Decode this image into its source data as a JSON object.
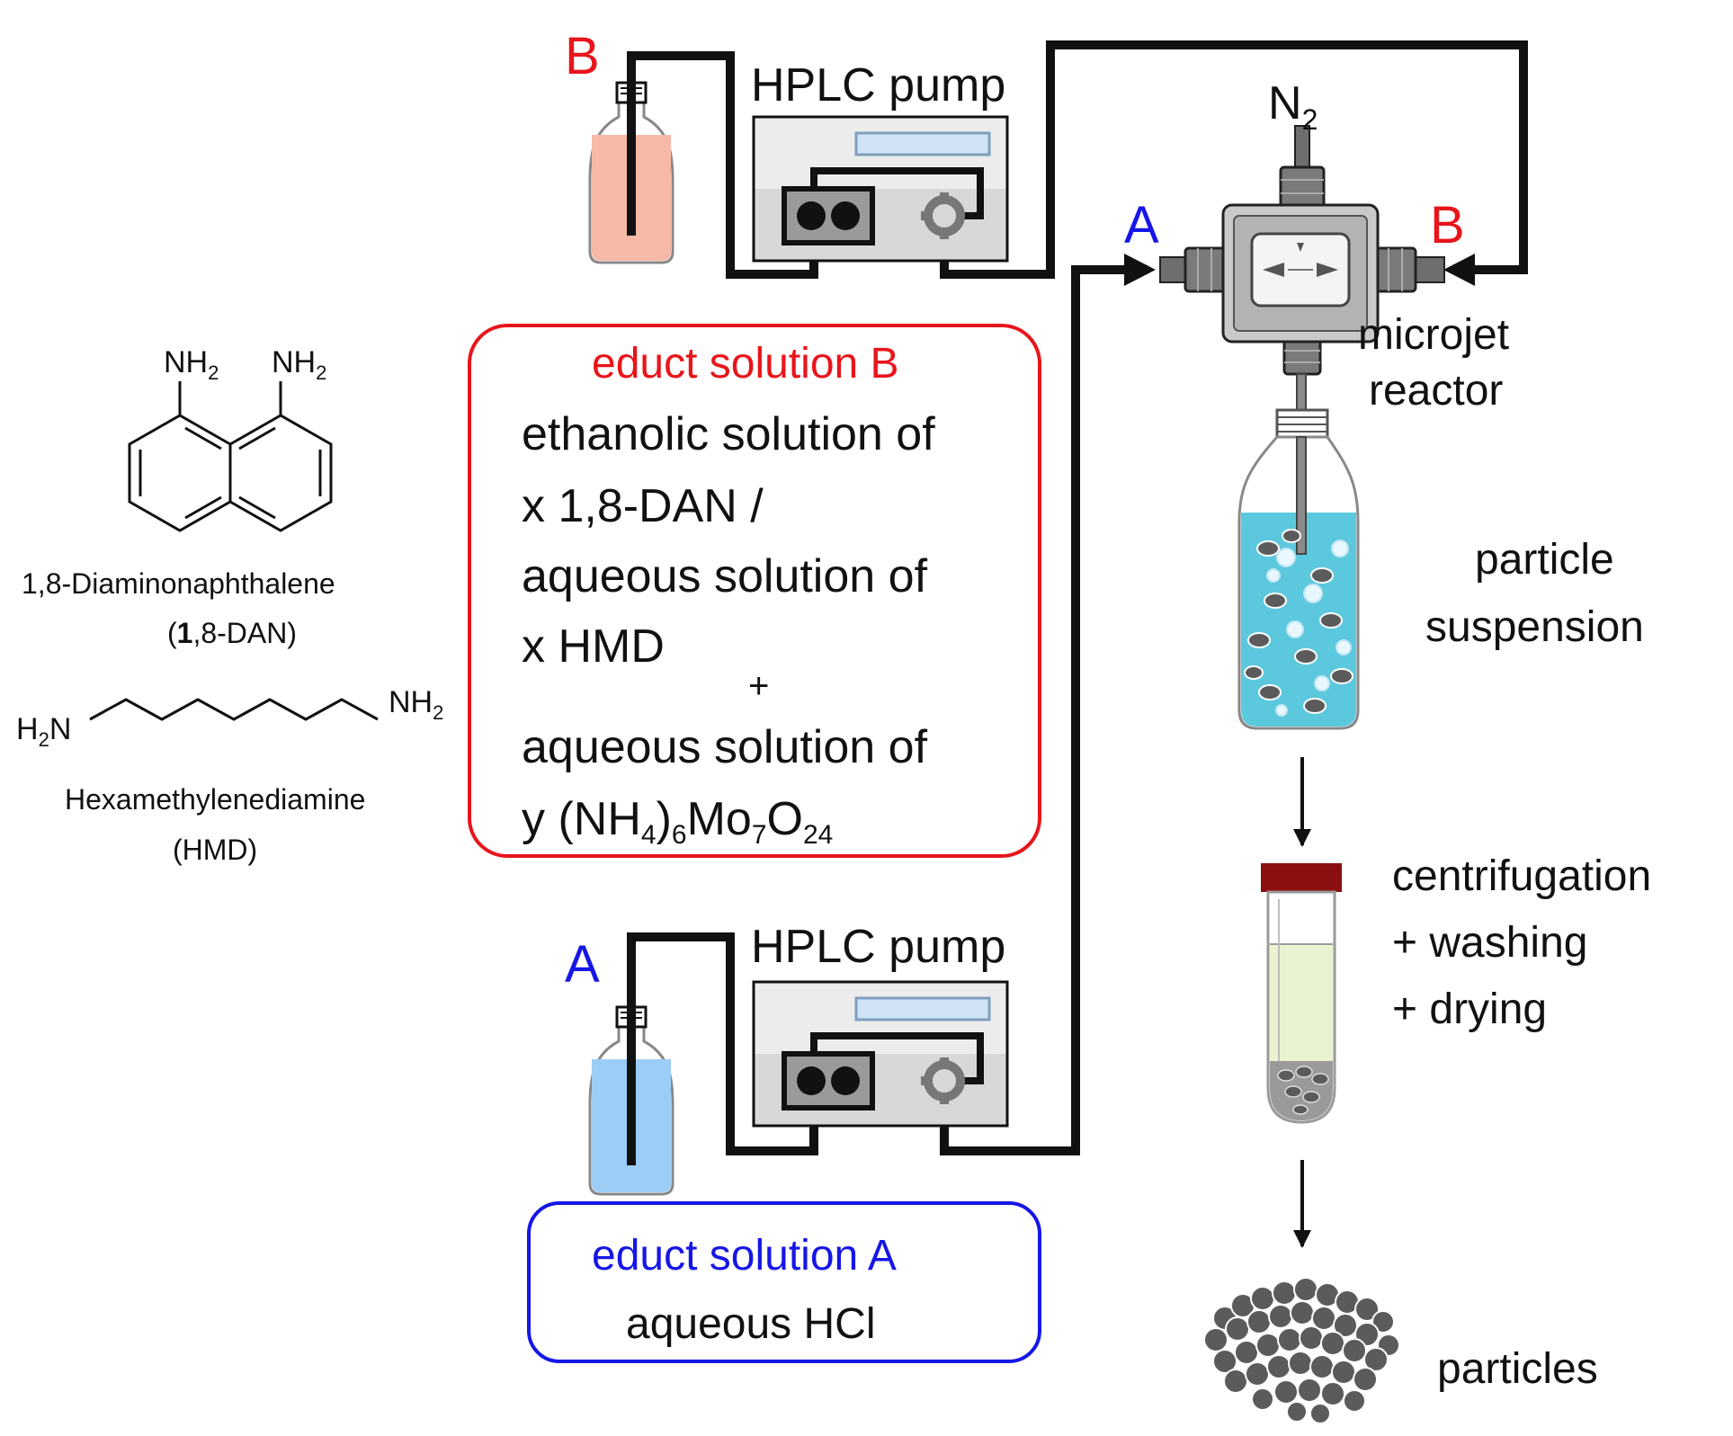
{
  "colors": {
    "line": "#111111",
    "red": "#e8151b",
    "blue": "#1616e6",
    "bottle_b_fill": "#f6b9a8",
    "bottle_a_fill": "#9ccdf7",
    "suspension_fill": "#5cc8dd",
    "tube_cap": "#8b0f0f",
    "tube_liquid": "#e9f3d2",
    "particle": "#5b5b5b",
    "pump_body": "#e8e8e8",
    "pump_display": "#cfe3f5"
  },
  "labels": {
    "bottle_b": "B",
    "bottle_a": "A",
    "pump_top": "HPLC pump",
    "pump_bottom": "HPLC pump",
    "n2_main": "N",
    "n2_sub": "2",
    "inlet_a": "A",
    "inlet_b": "B",
    "reactor_line1": "microjet",
    "reactor_line2": "reactor",
    "suspension_line1": "particle",
    "suspension_line2": "suspension",
    "centrifuge_line1": "centrifugation",
    "centrifuge_line2": "+ washing",
    "centrifuge_line3": "+ drying",
    "particles": "particles"
  },
  "solution_b": {
    "title": "educt solution B",
    "line1": "ethanolic solution of",
    "line2": "x 1,8-DAN /",
    "line3": "aqueous solution of",
    "line4": "x HMD",
    "plus": "+",
    "line5": "aqueous solution of",
    "formula": {
      "y": "y (NH",
      "s4": "4",
      "p": ")",
      "s6": "6",
      "mo": "Mo",
      "s7": "7",
      "o": "O",
      "s24": "24"
    }
  },
  "solution_a": {
    "title": "educt solution A",
    "line1": "aqueous HCl"
  },
  "chemistry": {
    "dan_nh2_left": "NH",
    "dan_nh2_left_sub": "2",
    "dan_nh2_right": "NH",
    "dan_nh2_right_sub": "2",
    "dan_name": "1,8-Diaminonaphthalene",
    "dan_abbr_pre": "(",
    "dan_abbr_bold": "1",
    "dan_abbr_post": ",8-DAN)",
    "hmd_left": "H",
    "hmd_left_sub": "2",
    "hmd_left_n": "N",
    "hmd_right": "NH",
    "hmd_right_sub": "2",
    "hmd_name": "Hexamethylenediamine",
    "hmd_abbr": "(HMD)"
  }
}
